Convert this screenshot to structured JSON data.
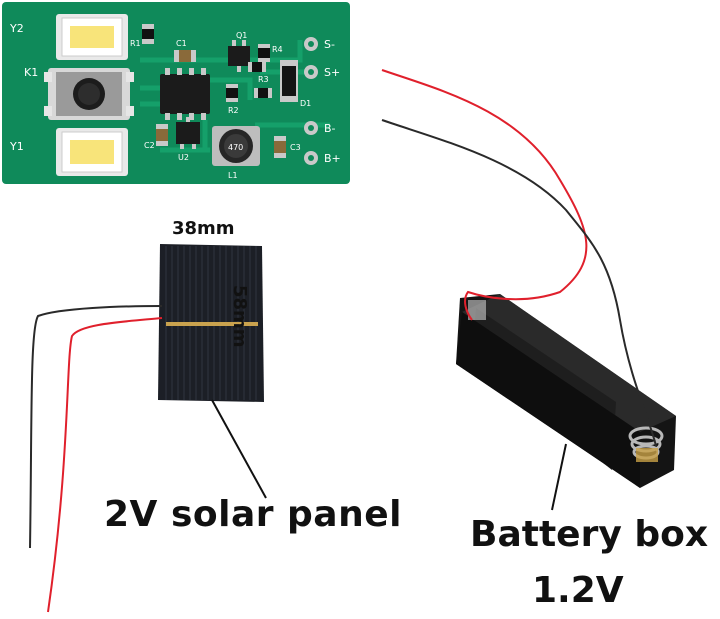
{
  "pcb": {
    "labels": {
      "y2": "Y2",
      "k1": "K1",
      "y1": "Y1",
      "r1": "R1",
      "c1": "C1",
      "q1": "Q1",
      "r4": "R4",
      "r3": "R3",
      "r2": "R2",
      "d1": "D1",
      "c2": "C2",
      "u2": "U2",
      "l1": "L1",
      "c3": "C3",
      "inductor_code": "470",
      "s_minus": "S-",
      "s_plus": "S+",
      "b_minus": "B-",
      "b_plus": "B+"
    },
    "colors": {
      "board": "#0f8a5a",
      "silkscreen": "#ffffff",
      "pad": "#cfcfcf"
    }
  },
  "dimensions": {
    "width": "38mm",
    "height": "58mm"
  },
  "captions": {
    "solar_panel": "2V solar panel",
    "battery_box": "Battery box",
    "battery_voltage": "1.2V"
  },
  "wires": {
    "red": "#e0202c",
    "black": "#2a2a2a"
  }
}
